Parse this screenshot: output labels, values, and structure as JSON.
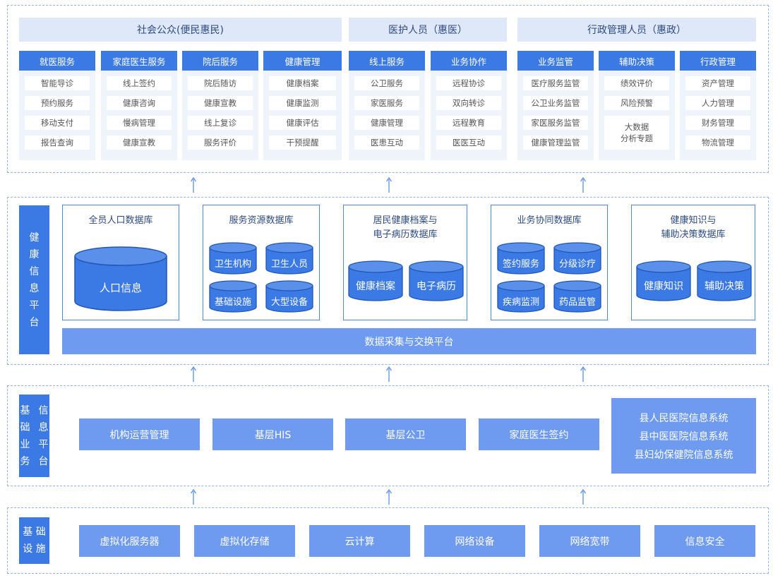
{
  "top": {
    "groups": [
      {
        "label": "社会公众(便民惠民)"
      },
      {
        "label": "医护人员（惠医）"
      },
      {
        "label": "行政管理人员（惠政）"
      }
    ],
    "columns": [
      {
        "title": "就医服务",
        "items": [
          "智能导诊",
          "预约服务",
          "移动支付",
          "报告查询"
        ]
      },
      {
        "title": "家庭医生服务",
        "items": [
          "线上签约",
          "健康咨询",
          "慢病管理",
          "健康宣教"
        ]
      },
      {
        "title": "院后服务",
        "items": [
          "院后随访",
          "健康宣教",
          "线上复诊",
          "服务评价"
        ]
      },
      {
        "title": "健康管理",
        "items": [
          "健康档案",
          "健康监测",
          "健康评估",
          "干预提醒"
        ]
      },
      {
        "title": "线上服务",
        "items": [
          "公卫服务",
          "家医服务",
          "健康管理",
          "医患互动"
        ]
      },
      {
        "title": "业务协作",
        "items": [
          "远程协诊",
          "双向转诊",
          "远程教育",
          "医医互动"
        ]
      },
      {
        "title": "业务监管",
        "items": [
          "医疗服务监管",
          "公卫业务监管",
          "家医服务监管",
          "健康管理监管"
        ]
      },
      {
        "title": "辅助决策",
        "items": [
          "绩效评价",
          "风险预警"
        ],
        "tall_item": [
          "大数据",
          "分析专题"
        ]
      },
      {
        "title": "行政管理",
        "items": [
          "资产管理",
          "人力管理",
          "财务管理",
          "物流管理"
        ]
      }
    ]
  },
  "health": {
    "side_label": [
      "健",
      "康",
      "信",
      "息",
      "平",
      "台"
    ],
    "databases": [
      {
        "title": [
          "全员人口数据库"
        ],
        "cylinders": [
          "人口信息"
        ]
      },
      {
        "title": [
          "服务资源数据库"
        ],
        "cylinders": [
          "卫生机构",
          "卫生人员",
          "基础设施",
          "大型设备"
        ]
      },
      {
        "title": [
          "居民健康档案与",
          "电子病历数据库"
        ],
        "cylinders": [
          "健康档案",
          "电子病历"
        ]
      },
      {
        "title": [
          "业务协同数据库"
        ],
        "cylinders": [
          "签约服务",
          "分级诊疗",
          "疾病监测",
          "药品监管"
        ]
      },
      {
        "title": [
          "健康知识与",
          "辅助决策数据库"
        ],
        "cylinders": [
          "健康知识",
          "辅助决策"
        ]
      }
    ],
    "exchange": "数据采集与交换平台"
  },
  "biz": {
    "side_label_left": [
      "基",
      "础",
      "业",
      "务"
    ],
    "side_label_right": [
      "信",
      "息",
      "平",
      "台"
    ],
    "boxes": [
      "机构运营管理",
      "基层HIS",
      "基层公卫",
      "家庭医生签约"
    ],
    "systems": [
      "县人民医院信息系统",
      "县中医医院信息系统",
      "县妇幼保健院信息系统"
    ]
  },
  "infra": {
    "side_label": [
      "基 础",
      "设 施"
    ],
    "boxes": [
      "虚拟化服务器",
      "虚拟化存储",
      "云计算",
      "网络设备",
      "网络宽带",
      "信息安全"
    ]
  },
  "colors": {
    "primary": "#3b79e4",
    "light_box": "#6e9bf0",
    "header_bg": "#dfe8f9",
    "column_bg": "#eff3fa",
    "dashed_border": "#8fb2ea"
  }
}
